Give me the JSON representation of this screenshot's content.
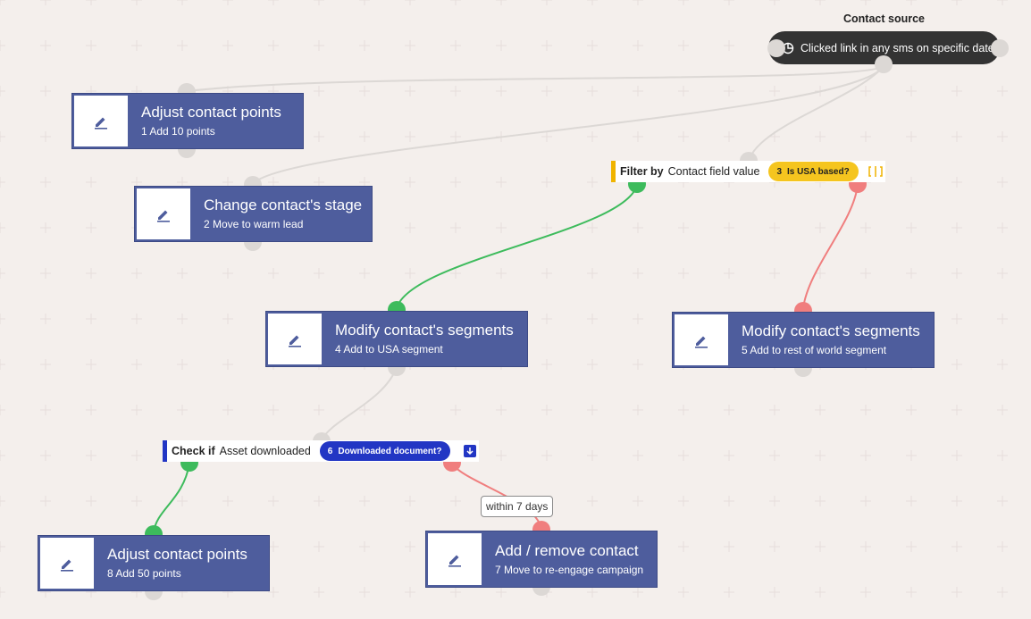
{
  "source": {
    "title": "Contact source",
    "label": "Clicked link in any sms on specific date",
    "icon": "pie-chart-icon"
  },
  "nodes": [
    {
      "title": "Adjust contact points",
      "sub": "1 Add 10 points",
      "icon": "pencil-icon"
    },
    {
      "title": "Change contact's stage",
      "sub": "2 Move to warm lead",
      "icon": "pencil-icon"
    },
    {
      "title": "Modify contact's segments",
      "sub": "4 Add to USA segment",
      "icon": "pencil-icon"
    },
    {
      "title": "Modify contact's segments",
      "sub": "5 Add to rest of world segment",
      "icon": "pencil-icon"
    },
    {
      "title": "Adjust contact points",
      "sub": "8 Add 50 points",
      "icon": "pencil-icon"
    },
    {
      "title": "Add / remove contact",
      "sub": "7 Move to re-engage campaign",
      "icon": "pencil-icon"
    }
  ],
  "conditions": [
    {
      "keyword": "Filter by",
      "field": "Contact field value",
      "badge_num": "3",
      "badge_label": "Is USA based?",
      "accent": "#f0b400",
      "badge_bg": "#f5c51f",
      "badge_fg": "#222222",
      "end_icon": "split-icon"
    },
    {
      "keyword": "Check if",
      "field": "Asset downloaded",
      "badge_num": "6",
      "badge_label": "Downloaded document?",
      "accent": "#2236c4",
      "badge_bg": "#2236c4",
      "badge_fg": "#ffffff",
      "end_icon": "download-icon"
    }
  ],
  "delay": {
    "label": "within 7 days"
  },
  "colors": {
    "node": "#4e5d9d",
    "yes": "#3dbb5c",
    "no": "#f07e7e",
    "edge": "#dcd8d5",
    "background": "#f4efec"
  }
}
